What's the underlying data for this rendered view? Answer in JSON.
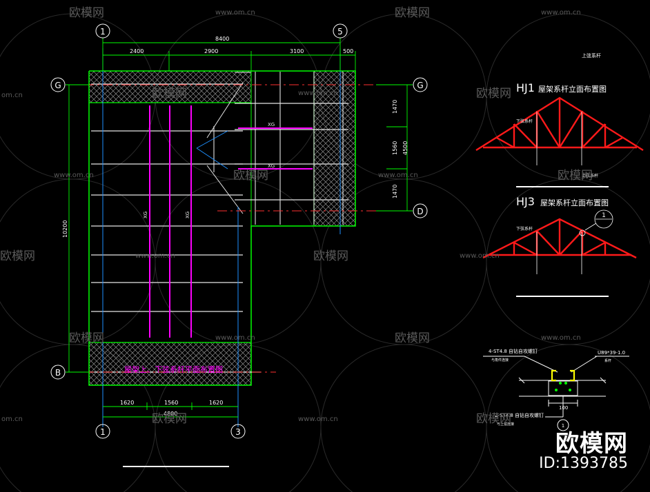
{
  "axes": {
    "col_1_top": "1",
    "col_5_top": "5",
    "col_1_bottom": "1",
    "col_3_bottom": "3",
    "row_g_left": "G",
    "row_g_right": "G",
    "row_b_left": "B",
    "row_d_right": "D"
  },
  "dims": {
    "overall_top": "8400",
    "seg_a": "2400",
    "seg_b": "2900",
    "seg_c": "3100",
    "seg_d": "500",
    "left_vertical": "10200",
    "bottom_overall": "4800",
    "bottom_a": "1620",
    "bottom_b": "1560",
    "bottom_c": "1620",
    "right_a": "1470",
    "right_b": "1560",
    "right_c": "1470",
    "right_total": "4500"
  },
  "member_labels": {
    "xg1": "XG",
    "xg2": "XG",
    "xg3": "XG",
    "xg4": "XG"
  },
  "plan_title": "屋架上、下弦系杆平面布置图",
  "truss1": {
    "code": "HJ1",
    "title": "屋架系杆立面布置图",
    "top_note": "上弦系杆",
    "side_note": "下弦系杆",
    "bottom_note": "上弦系杆"
  },
  "truss3": {
    "code": "HJ3",
    "title": "屋架系杆立面布置图",
    "side_note": "下弦系杆",
    "callout": "1"
  },
  "detail": {
    "left_top": "4-ST4.8 自钻自攻螺钉",
    "left_top_sub": "与角件连接",
    "right_top": "U89*39-1.0",
    "right_top_sub": "系杆",
    "bottom_dim": "100",
    "left_bottom": "2-ST4.8 自钻自攻螺钉",
    "left_bottom_sub": "与上弦连接",
    "callout": "1"
  },
  "watermarks": {
    "brand": "欧模网",
    "url": "www.om.cn",
    "url_short": "om.cn",
    "id": "ID:1393785"
  },
  "colors": {
    "background": "#000000",
    "outline": "#00ff00",
    "truss": "#ff1a1a",
    "purlin": "#ff00ff",
    "dim": "#00ff00",
    "tag": "#ffffff",
    "grid": "#1e90ff"
  }
}
